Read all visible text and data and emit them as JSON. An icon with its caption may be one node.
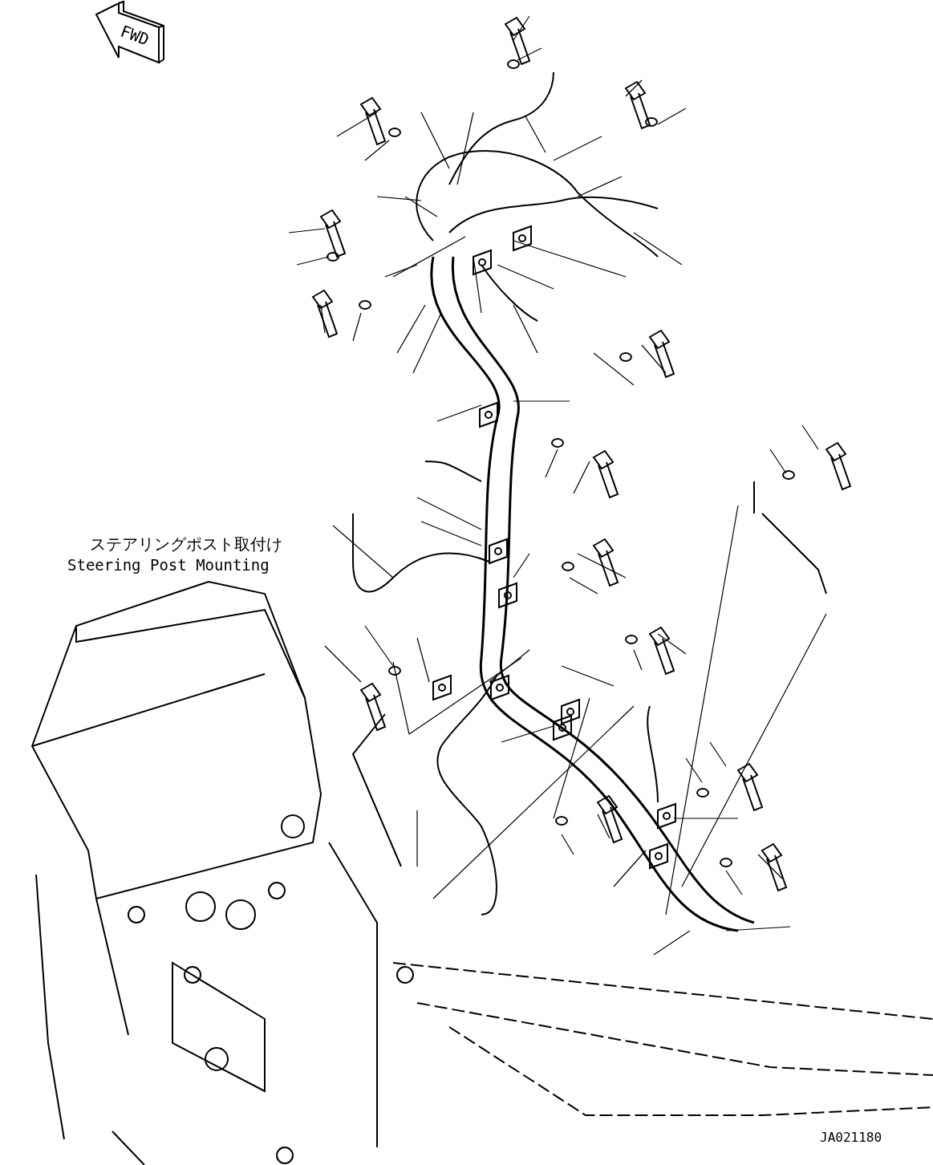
{
  "diagram": {
    "labels": [
      "FWD",
      "ステアリングポスト取付け",
      "Steering Post Mounting",
      "JA021180"
    ]
  }
}
